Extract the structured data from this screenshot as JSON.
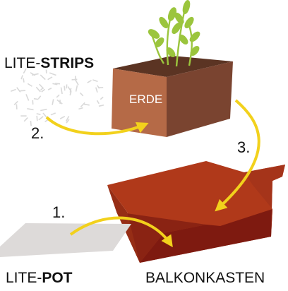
{
  "labels": {
    "strips_prefix": "LITE-",
    "strips_bold": "STRIPS",
    "pot_prefix": "LITE-",
    "pot_bold": "POT",
    "balkonkasten": "BALKONKASTEN",
    "erde": "ERDE"
  },
  "steps": {
    "one": "1.",
    "two": "2.",
    "three": "3."
  },
  "colors": {
    "arrow": "#f2d11c",
    "soil_top": "#5b3423",
    "soil_front": "#b56a47",
    "soil_side": "#7a4430",
    "planter": "#b0391a",
    "planter_dark": "#7e1a10",
    "plate": "#dddad9",
    "plant": "#9bc53d"
  }
}
